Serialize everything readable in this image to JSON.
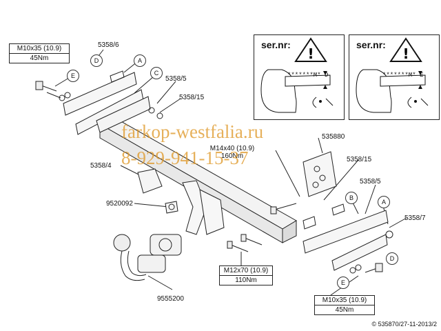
{
  "labels": {
    "p5358_6": "5358/6",
    "p5358_5_top": "5358/5",
    "p5358_15_top": "5358/15",
    "p5358_4": "5358/4",
    "p9520092": "9520092",
    "p535880": "535880",
    "p5358_15_right": "5358/15",
    "p5358_5_right": "5358/5",
    "p5358_7": "5358/7",
    "p9555200": "9555200"
  },
  "letters": {
    "A": "A",
    "B": "B",
    "C": "C",
    "D": "D",
    "E": "E"
  },
  "torque_boxes": {
    "top_left": {
      "bolt": "M10x35 (10.9)",
      "torque": "45Nm"
    },
    "middle": {
      "bolt": "M12x70 (10.9)",
      "torque": "110Nm"
    },
    "bottom_right": {
      "bolt": "M10x35 (10.9)",
      "torque": "45Nm"
    }
  },
  "main_bolt": {
    "bolt": "M14x40 (10.9)",
    "torque": "160Nm"
  },
  "warning_panels": [
    {
      "title": "ser.nr:",
      "code": "*******M* D",
      "letter": "D"
    },
    {
      "title": "ser.nr:",
      "code": "*******M* E",
      "letter": "E"
    }
  ],
  "watermark": {
    "site": "farkop-westfalia.ru",
    "phone": "8-929-941-15-37"
  },
  "copyright": "© 535870/27-11-2013/2",
  "colors": {
    "watermark": "#e09a2c",
    "line": "#222222"
  }
}
